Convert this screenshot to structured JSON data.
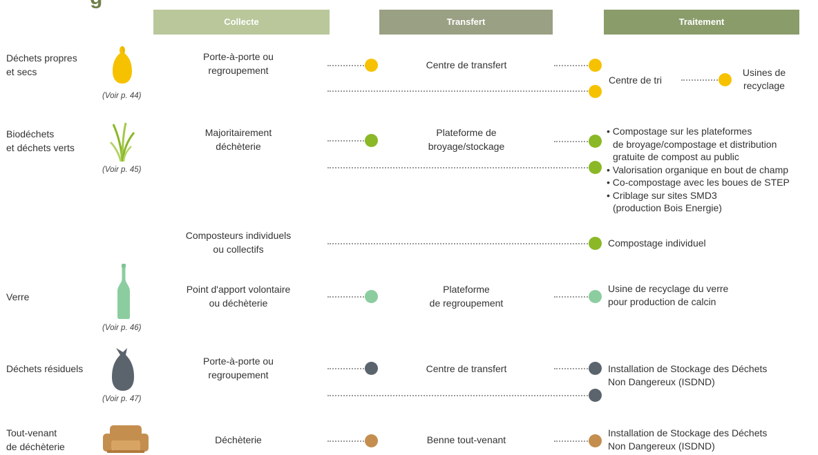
{
  "header": {
    "title_partial": "g",
    "columns": [
      {
        "label": "Collecte",
        "color": "#b9c79b"
      },
      {
        "label": "Transfert",
        "color": "#9aa083"
      },
      {
        "label": "Traitement",
        "color": "#8a9c6a"
      }
    ]
  },
  "colors": {
    "yellow": "#f6c200",
    "green": "#8ab826",
    "glass": "#8ccda0",
    "grey": "#5b636c",
    "brown": "#c48e4f",
    "dotted_line": "#9a9a9a"
  },
  "rows": [
    {
      "category": [
        "Déchets propres",
        "et secs"
      ],
      "icon": "yellow-bag-icon",
      "voir": "(Voir p. 44)",
      "collecte": [
        "Porte-à-porte ou",
        "regroupement"
      ],
      "transfert": "Centre de transfert",
      "traitement": "Centre de tri",
      "recyclage": [
        "Usines de",
        "recyclage"
      ]
    },
    {
      "category": [
        "Biodéchets",
        "et déchets verts"
      ],
      "icon": "grass-icon",
      "voir": "(Voir p. 45)",
      "collecte": [
        "Majoritairement",
        "déchèterie"
      ],
      "transfert": [
        "Plateforme de",
        "broyage/stockage"
      ],
      "traitement_bullets": [
        [
          "• Compostage sur les plateformes",
          "de broyage/compostage et distribution",
          "gratuite de compost au public"
        ],
        [
          "• Valorisation organique en bout de champ"
        ],
        [
          "• Co-compostage avec les boues de STEP"
        ],
        [
          "• Criblage sur sites SMD3",
          "(production Bois Energie)"
        ]
      ]
    },
    {
      "collecte": [
        "Composteurs individuels",
        "ou collectifs"
      ],
      "traitement": "Compostage individuel"
    },
    {
      "category": [
        "Verre"
      ],
      "icon": "glass-bottle-icon",
      "voir": "(Voir p. 46)",
      "collecte": [
        "Point d'apport volontaire",
        "ou déchèterie"
      ],
      "transfert": [
        "Plateforme",
        "de regroupement"
      ],
      "traitement": [
        "Usine de recyclage du verre",
        "pour production de calcin"
      ]
    },
    {
      "category": [
        "Déchets résiduels"
      ],
      "icon": "grey-bag-icon",
      "voir": "(Voir p. 47)",
      "collecte": [
        "Porte-à-porte ou",
        "regroupement"
      ],
      "transfert": "Centre de transfert",
      "traitement": [
        "Installation de Stockage des Déchets",
        "Non Dangereux (ISDND)"
      ]
    },
    {
      "category": [
        "Tout-venant",
        "de déchèterie"
      ],
      "icon": "armchair-icon",
      "collecte": "Déchèterie",
      "transfert": "Benne tout-venant",
      "traitement": [
        "Installation de Stockage des Déchets",
        "Non Dangereux (ISDND)"
      ]
    }
  ]
}
